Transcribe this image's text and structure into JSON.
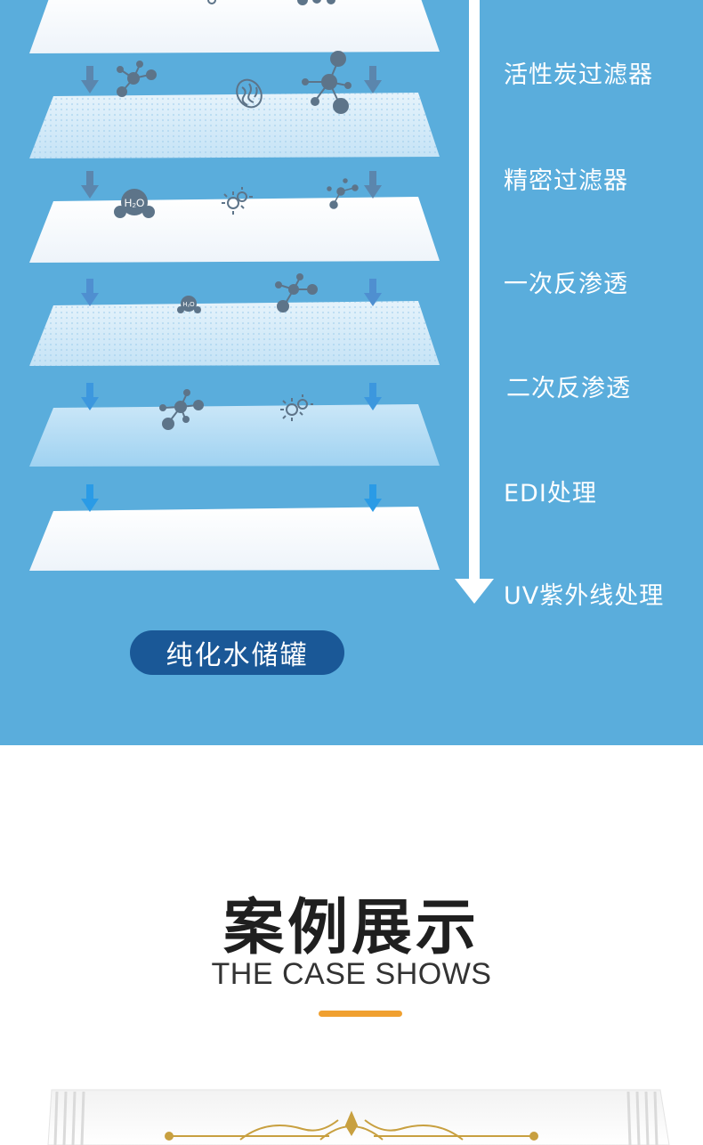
{
  "colors": {
    "panel_bg": "#5aaddc",
    "tank_pill": "#1a5897",
    "accent_underline": "#f0a030",
    "layer_white": "#f6f9fc",
    "layer_light_blue": "#d4ebf9",
    "layer_blue": "#b4dcf5",
    "arrow_dark": "#5b86ad",
    "arrow_bright": "#2a9be6",
    "particle": "#5d7489"
  },
  "filter_steps": [
    {
      "label": "活性炭过滤器"
    },
    {
      "label": "精密过滤器"
    },
    {
      "label": "一次反渗透"
    },
    {
      "label": "二次反渗透"
    },
    {
      "label": "EDI处理"
    },
    {
      "label": "UV紫外线处理"
    }
  ],
  "molecule_labels": {
    "large": "H₂O",
    "small": "H₂O"
  },
  "tank_label": "纯化水储罐",
  "case_section": {
    "title": "案例展示",
    "subtitle": "THE CASE SHOWS"
  }
}
